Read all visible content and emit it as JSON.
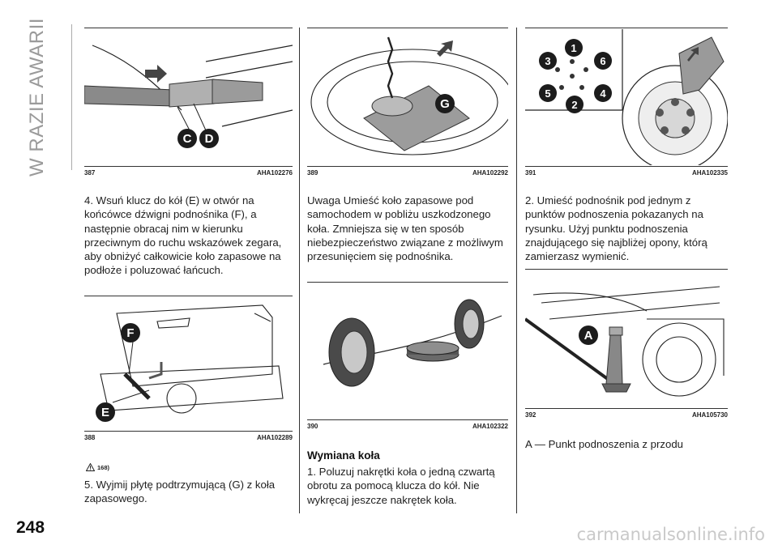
{
  "section_title": "W RAZIE AWARII",
  "page_number": "248",
  "watermark": "carmanualsonline.info",
  "figures": {
    "f387": {
      "number": "387",
      "code": "AHA102276",
      "labels": [
        "C",
        "D"
      ]
    },
    "f388": {
      "number": "388",
      "code": "AHA102289",
      "labels": [
        "F",
        "E"
      ]
    },
    "f389": {
      "number": "389",
      "code": "AHA102292",
      "labels": [
        "G"
      ]
    },
    "f390": {
      "number": "390",
      "code": "AHA102322",
      "labels": []
    },
    "f391": {
      "number": "391",
      "code": "AHA102335",
      "labels": [
        "1",
        "2",
        "3",
        "4",
        "5",
        "6"
      ]
    },
    "f392": {
      "number": "392",
      "code": "AHA105730",
      "labels": [
        "A"
      ]
    }
  },
  "col1": {
    "para1": "4. Wsuń klucz do kół (E) w otwór na końcówce dźwigni podnośnika (F), a następnie obracaj nim w kierunku przeciwnym do ruchu wskazówek zegara, aby obniżyć całkowicie koło zapasowe na podłoże i poluzować łańcuch.",
    "warning_ref": "168)",
    "para2": "5. Wyjmij płytę podtrzymującą (G) z koła zapasowego."
  },
  "col2": {
    "para1": "Uwaga Umieść koło zapasowe pod samochodem w pobliżu uszkodzonego koła. Zmniejsza się w ten sposób niebezpieczeństwo związane z możliwym przesunięciem się podnośnika.",
    "heading": "Wymiana koła",
    "para2": "1. Poluzuj nakrętki koła o jedną czwartą obrotu za pomocą klucza do kół. Nie wykręcaj jeszcze nakrętek koła."
  },
  "col3": {
    "para1": "2. Umieść podnośnik pod jednym z punktów podnoszenia pokazanych na rysunku. Użyj punktu podnoszenia znajdującego się najbliżej opony, którą zamierzasz wymienić.",
    "para2": "A — Punkt podnoszenia z przodu"
  }
}
